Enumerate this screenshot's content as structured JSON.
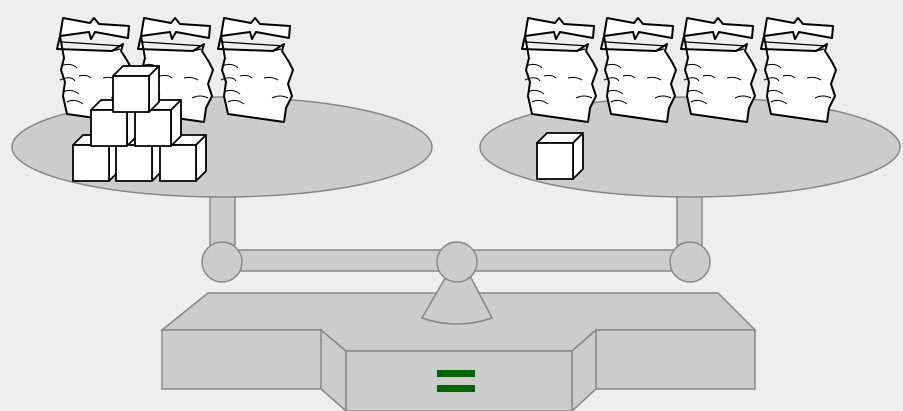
{
  "scene": {
    "left_pan": {
      "bags": 3,
      "cubes": 6
    },
    "right_pan": {
      "bags": 4,
      "cubes": 1
    },
    "indicator_symbol": "=",
    "colors": {
      "background": "#eeeeee",
      "scale_fill": "#cccccc",
      "scale_stroke": "#888888",
      "object_fill": "#ffffff",
      "object_stroke": "#000000",
      "equals_color": "#006600"
    }
  }
}
